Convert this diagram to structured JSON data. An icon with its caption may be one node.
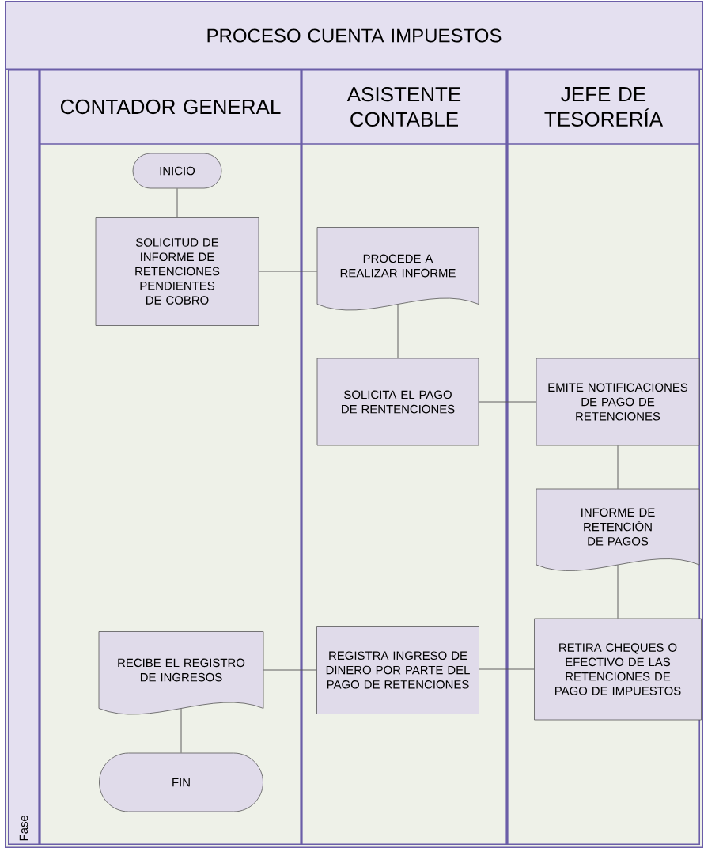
{
  "diagram": {
    "nodes": [
      {
        "text": [
          "PROCESO CUENTA IMPUESTOS"
        ]
      },
      {
        "text": [
          "Fase"
        ],
        "in": 0
      },
      {
        "text": [
          "CONTADOR GENERAL"
        ],
        "in": 0
      },
      {
        "text": [
          "ASISTENTE CONTABLE"
        ],
        "in": 0
      },
      {
        "text": [
          "JEFE DE TESORERÍA"
        ],
        "in": 0
      },
      {
        "text": [
          "INICIO"
        ],
        "in": 2
      },
      {
        "text": [
          "SOLICITUD DE INFORME DE RETENCIONES PENDIENTES DE COBRO"
        ],
        "in": 2
      },
      {
        "text": [
          "PROCEDE A REALIZAR INFORME"
        ],
        "in": 3
      },
      {
        "text": [
          "SOLICITA EL PAGO DE RENTENCIONES"
        ],
        "in": 3
      },
      {
        "text": [
          "EMITE NOTIFICACIONES DE PAGO DE RETENCIONES"
        ],
        "in": 4
      },
      {
        "text": [
          "INFORME DE RETENCIÓN DE PAGOS"
        ],
        "in": 4
      },
      {
        "text": [
          "RETIRA CHEQUES O EFECTIVO DE LAS RETENCIONES DE PAGO DE IMPUESTOS"
        ],
        "in": 4
      },
      {
        "text": [
          "REGISTRA INGRESO DE DINERO POR PARTE DEL PAGO DE RETENCIONES"
        ],
        "in": 3
      },
      {
        "text": [
          "RECIBE EL REGISTRO DE INGRESOS"
        ],
        "in": 2
      },
      {
        "text": [
          "FIN"
        ],
        "in": 2
      }
    ],
    "edges": [
      {
        "from": 5,
        "to": 6,
        "arrow": "none"
      },
      {
        "from": 6,
        "to": 7,
        "arrow": "none"
      },
      {
        "from": 7,
        "to": 8,
        "arrow": "none"
      },
      {
        "from": 8,
        "to": 9,
        "arrow": "none"
      },
      {
        "from": 9,
        "to": 10,
        "arrow": "none"
      },
      {
        "from": 10,
        "to": 11,
        "arrow": "none"
      },
      {
        "from": 11,
        "to": 12,
        "arrow": "none"
      },
      {
        "from": 12,
        "to": 13,
        "arrow": "none"
      },
      {
        "from": 13,
        "to": 14,
        "arrow": "none"
      }
    ]
  }
}
